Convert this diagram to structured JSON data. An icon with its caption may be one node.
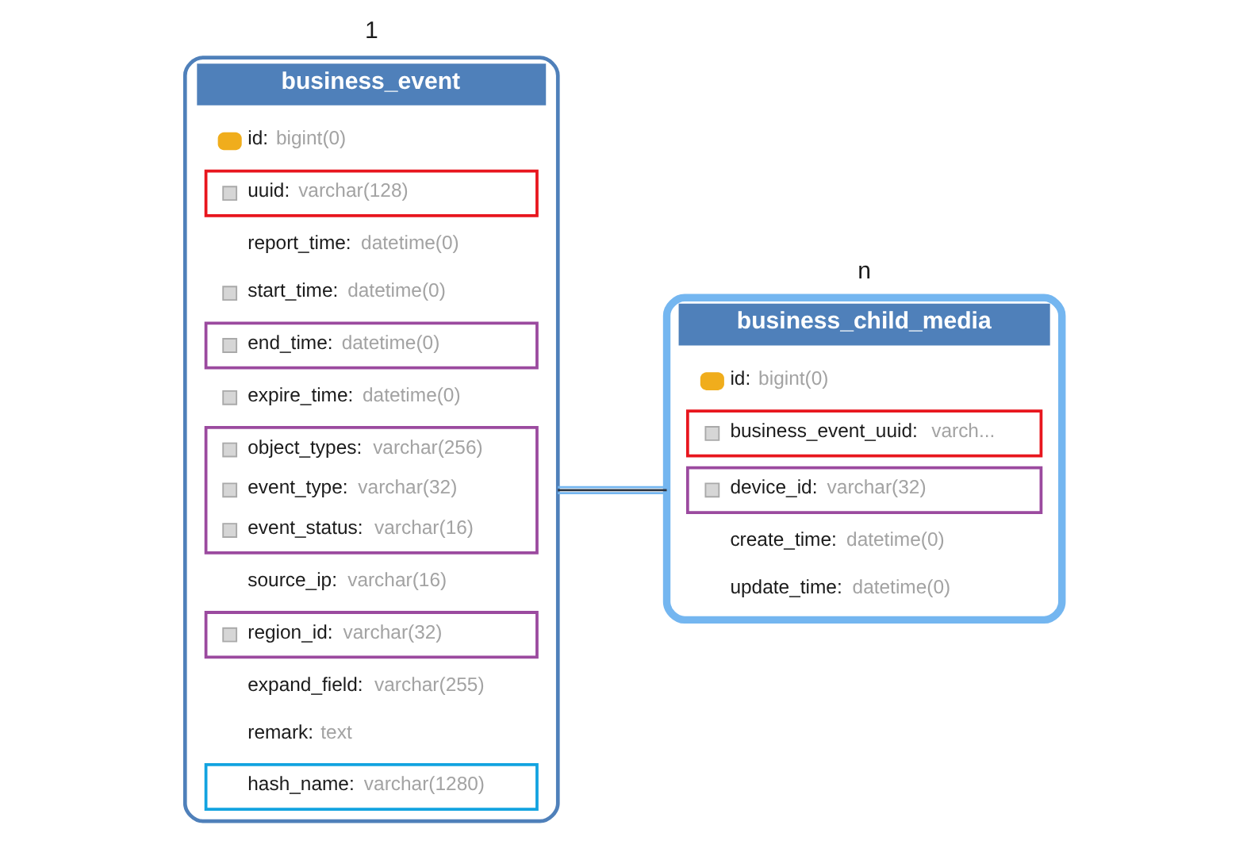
{
  "diagram": {
    "nodes": [
      {
        "text": [
          "business_event"
        ]
      },
      {
        "text": [
          "id: bigint(0)"
        ],
        "in": 0
      },
      {
        "text": [],
        "shape": "box",
        "in": 0
      },
      {
        "text": [
          "uuid: varchar(128)"
        ],
        "in": 2
      },
      {
        "text": [
          "report_time: datetime(0)"
        ],
        "in": 0
      },
      {
        "text": [
          "start_time: datetime(0)"
        ],
        "in": 0
      },
      {
        "text": [],
        "shape": "box",
        "in": 0
      },
      {
        "text": [
          "end_time: datetime(0)"
        ],
        "in": 6
      },
      {
        "text": [
          "expire_time: datetime(0)"
        ],
        "in": 0
      },
      {
        "text": [],
        "shape": "box",
        "in": 0
      },
      {
        "text": [
          "object_types: varchar(256)"
        ],
        "in": 9
      },
      {
        "text": [
          "event_type: varchar(32)"
        ],
        "in": 9
      },
      {
        "text": [
          "event_status: varchar(16)"
        ],
        "in": 9
      },
      {
        "text": [
          "source_ip: varchar(16)"
        ],
        "in": 0
      },
      {
        "text": [],
        "shape": "box",
        "in": 0
      },
      {
        "text": [
          "region_id: varchar(32)"
        ],
        "in": 14
      },
      {
        "text": [
          "expand_field: varchar(255)"
        ],
        "in": 0
      },
      {
        "text": [
          "remark: text"
        ],
        "in": 0
      },
      {
        "text": [],
        "shape": "box",
        "in": 0
      },
      {
        "text": [
          "hash_name: varchar(1280)"
        ],
        "in": 18
      },
      {
        "text": [
          "business_child_media"
        ]
      },
      {
        "text": [
          "id: bigint(0)"
        ],
        "in": 20
      },
      {
        "text": [],
        "shape": "box",
        "in": 20
      },
      {
        "text": [
          "business_event_uuid: varch..."
        ],
        "in": 22
      },
      {
        "text": [],
        "shape": "box",
        "in": 20
      },
      {
        "text": [
          "device_id: varchar(32)"
        ],
        "in": 24
      },
      {
        "text": [
          "create_time: datetime(0)"
        ],
        "in": 20
      },
      {
        "text": [
          "update_time: datetime(0)"
        ],
        "in": 20
      }
    ],
    "edges": [
      {
        "from": 0,
        "to": 20,
        "arrow": "none"
      }
    ],
    "labels": [
      "1",
      "n"
    ]
  }
}
